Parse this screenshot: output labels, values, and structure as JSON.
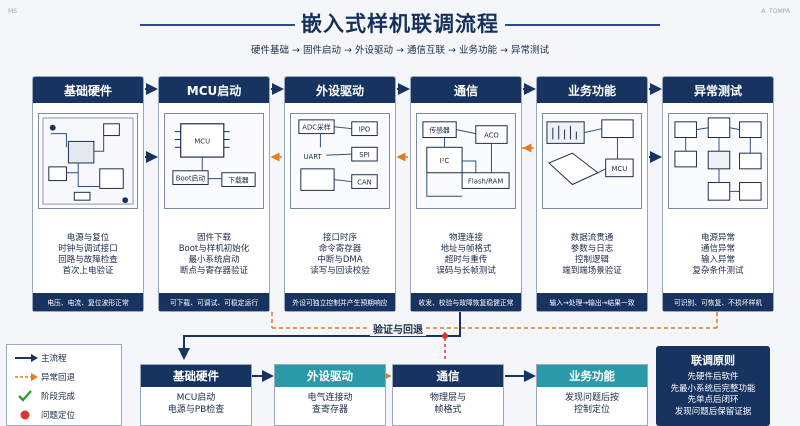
{
  "header": {
    "title": "嵌入式样机联调流程",
    "subtitle": "硬件基础 → 固件启动 → 外设驱动 → 通信互联 → 业务功能 → 异常测试",
    "corner_left": "MS",
    "corner_right": "A. TOMPA"
  },
  "stages": [
    {
      "title": "基础硬件",
      "items": [
        "电源与复位",
        "时钟与调试接口",
        "回路与故障检查",
        "首次上电验证"
      ],
      "footer": "电压、电流、复位波形正常"
    },
    {
      "title": "MCU启动",
      "items": [
        "固件下载",
        "Boot与样机初始化",
        "最小系统启动",
        "断点与寄存器验证"
      ],
      "footer": "可下载、可调试、可稳定运行",
      "labels": {
        "mcu": "MCU",
        "boot": "Boot启动",
        "download": "下载器"
      }
    },
    {
      "title": "外设驱动",
      "items": [
        "接口时序",
        "命令寄存器",
        "中断与DMA",
        "读写与回读校验"
      ],
      "footer": "外设可独立控制并产生预期响应",
      "labels": {
        "adc": "ADC采样",
        "ipo": "IPO",
        "uart": "UART",
        "spi": "SPI",
        "can": "CAN"
      }
    },
    {
      "title": "通信",
      "items": [
        "物理连接",
        "地址与帧格式",
        "超时与重传",
        "误码与长帧测试"
      ],
      "footer": "收发、校验与故障恢复稳健正常",
      "labels": {
        "sensor": "传感器",
        "aco": "ACO",
        "i2c": "I²C",
        "flash": "Flash/RAM"
      }
    },
    {
      "title": "业务功能",
      "items": [
        "数据流贯通",
        "参数与日志",
        "控制逻辑",
        "端到端场景验证"
      ],
      "footer": "输入→处理→输出→结果一致",
      "labels": {
        "mcu": "MCU"
      }
    },
    {
      "title": "异常测试",
      "items": [
        "电源异常",
        "通信异常",
        "输入异常",
        "复杂条件测试"
      ],
      "footer": "可识别、可恢复、不损坏样机"
    }
  ],
  "legend": [
    {
      "icon": "main-flow-arrow-icon",
      "label": "主流程"
    },
    {
      "icon": "exception-return-arrow-icon",
      "label": "异常回退"
    },
    {
      "icon": "check-icon",
      "label": "阶段完成"
    },
    {
      "icon": "red-dot-icon",
      "label": "问题定位"
    }
  ],
  "verify_label": "验证与回退",
  "bottom_stages": [
    {
      "title": "基础硬件",
      "items": [
        "MCU启动",
        "电源与PB检查"
      ],
      "color": "#17335f"
    },
    {
      "title": "外设驱动",
      "items": [
        "电气连接动",
        "查寄存器"
      ],
      "color": "#2a9aa8"
    },
    {
      "title": "通信",
      "items": [
        "物理层与",
        "帧格式"
      ],
      "color": "#17335f"
    },
    {
      "title": "业务功能",
      "items": [
        "发现问题后按",
        "控制定位"
      ],
      "color": "#2a9aa8"
    }
  ],
  "principle": {
    "title": "联调原则",
    "items": [
      "先硬件后软件",
      "先最小系统后完整功能",
      "先单点后闭环",
      "发现问题后保留证据"
    ]
  },
  "colors": {
    "navy": "#17335f",
    "teal": "#2a9aa8",
    "orange": "#e07b28",
    "green": "#2e9a3a",
    "red": "#d23a2a"
  }
}
